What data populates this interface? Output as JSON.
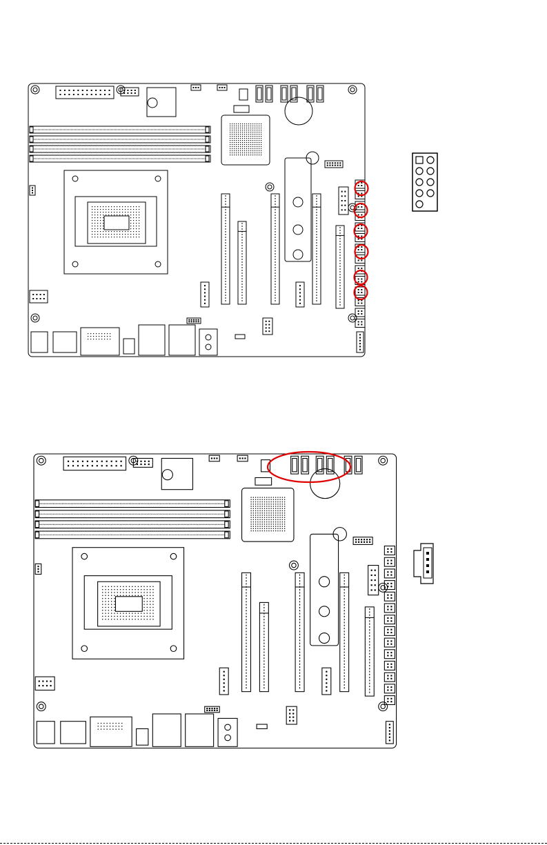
{
  "figures": [
    {
      "id": "fig1",
      "subject": "motherboard-layout",
      "highlight": "right-edge-header-column",
      "highlight_count": 6,
      "detail": "10-pin-header-pinout"
    },
    {
      "id": "fig2",
      "subject": "motherboard-layout",
      "highlight": "sata-connector-group",
      "highlight_count": 1,
      "detail": "sata-power-connector"
    }
  ],
  "colors": {
    "outline": "#000000",
    "highlight": "#e00000",
    "background": "#ffffff"
  }
}
